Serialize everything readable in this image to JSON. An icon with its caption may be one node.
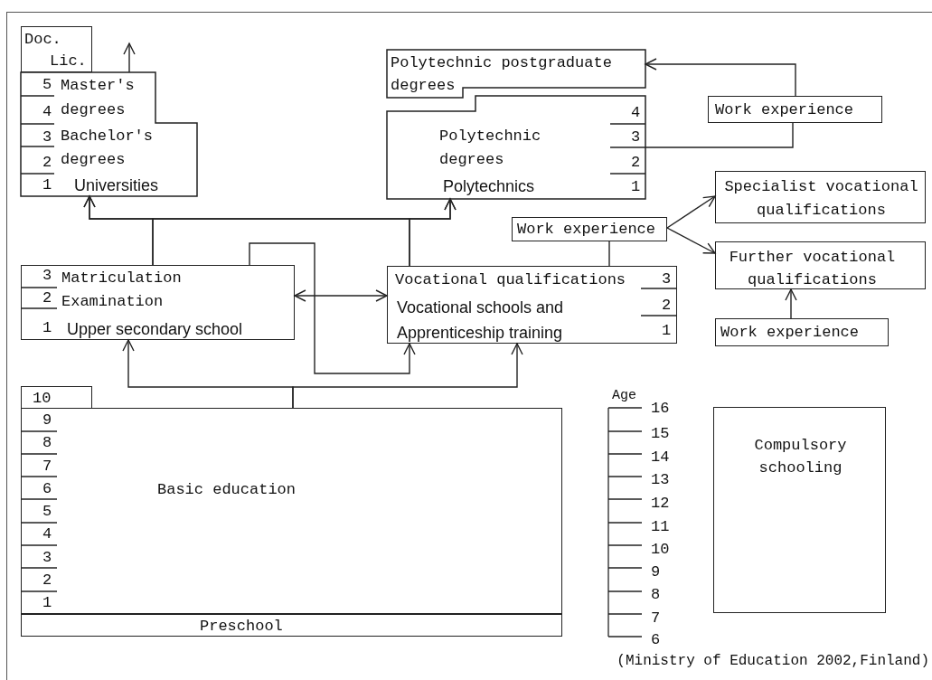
{
  "diagram": {
    "caption": "(Ministry of Education 2002,Finland)",
    "nodes": [
      {
        "text": [
          "Doc.",
          "Lic."
        ]
      },
      {
        "text": [
          "Master's degrees",
          "Bachelor's degrees",
          "Universities"
        ]
      },
      {
        "text": [
          "Polytechnic postgraduate degrees"
        ]
      },
      {
        "text": [
          "Work experience"
        ]
      },
      {
        "text": [
          "Polytechnic degrees",
          "Polytechnics"
        ]
      },
      {
        "text": [
          "Work experience"
        ]
      },
      {
        "text": [
          "Specialist vocational qualifications"
        ]
      },
      {
        "text": [
          "Further vocational qualifications"
        ]
      },
      {
        "text": [
          "Work experience"
        ]
      },
      {
        "text": [
          "Matriculation Examination",
          "Upper secondary school"
        ]
      },
      {
        "text": [
          "Vocational qualifications",
          "Vocational schools and Apprenticeship training"
        ]
      },
      {
        "text": [
          "10"
        ]
      },
      {
        "text": [
          "Basic education"
        ]
      },
      {
        "text": [
          "Preschool"
        ]
      },
      {
        "text": [
          "Compulsory schooling"
        ]
      }
    ],
    "edges": [
      {
        "from": 1,
        "to": null,
        "arrow": "to"
      },
      {
        "from": 9,
        "to": 1,
        "arrow": "to"
      },
      {
        "from": 9,
        "to": 4,
        "arrow": "to"
      },
      {
        "from": 10,
        "to": 1,
        "arrow": "to"
      },
      {
        "from": 10,
        "to": 4,
        "arrow": "to"
      },
      {
        "from": 9,
        "to": 10,
        "arrow": "both"
      },
      {
        "from": 9,
        "to": 10,
        "arrow": "to"
      },
      {
        "from": 12,
        "to": 9,
        "arrow": "to"
      },
      {
        "from": 12,
        "to": 10,
        "arrow": "to"
      },
      {
        "from": 10,
        "to": 5,
        "arrow": "none"
      },
      {
        "from": 5,
        "to": 6,
        "arrow": "to"
      },
      {
        "from": 5,
        "to": 7,
        "arrow": "to"
      },
      {
        "from": 8,
        "to": 7,
        "arrow": "to"
      },
      {
        "from": 4,
        "to": 3,
        "arrow": "none"
      },
      {
        "from": 3,
        "to": 2,
        "arrow": "to"
      }
    ],
    "labels": [
      "5",
      "4",
      "3",
      "2",
      "1",
      "4",
      "3",
      "2",
      "1",
      "3",
      "2",
      "1",
      "3",
      "2",
      "1",
      "9",
      "8",
      "7",
      "6",
      "5",
      "4",
      "3",
      "2",
      "1",
      "Age",
      "16",
      "15",
      "14",
      "13",
      "12",
      "11",
      "10",
      "9",
      "8",
      "7",
      "6"
    ]
  }
}
